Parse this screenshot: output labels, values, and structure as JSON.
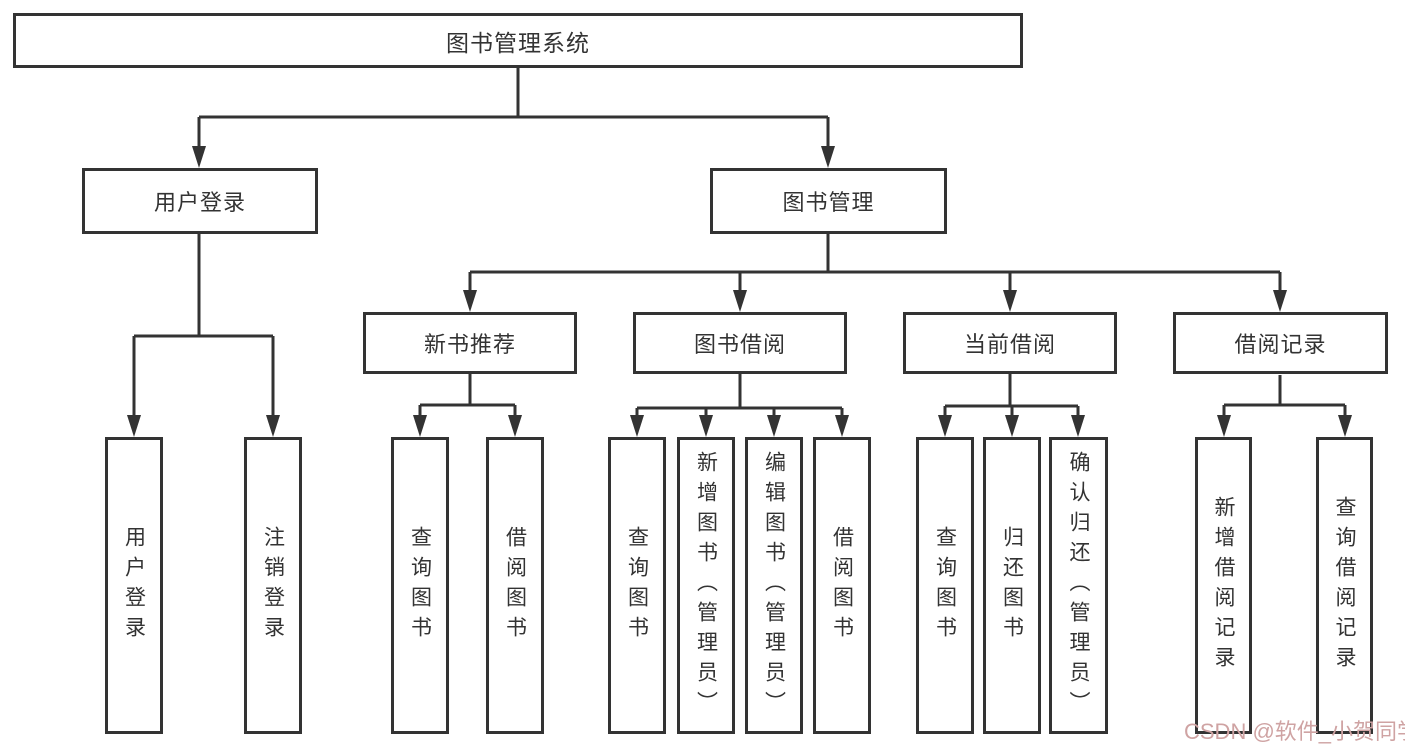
{
  "colors": {
    "line": "#333333",
    "text": "#333333",
    "background": "#ffffff"
  },
  "tree": {
    "root": {
      "label": "图书管理系统",
      "children": [
        {
          "label": "用户登录",
          "children": [
            {
              "label": "用户登录"
            },
            {
              "label": "注销登录"
            }
          ]
        },
        {
          "label": "图书管理",
          "children": [
            {
              "label": "新书推荐",
              "children": [
                {
                  "label": "查询图书"
                },
                {
                  "label": "借阅图书"
                }
              ]
            },
            {
              "label": "图书借阅",
              "children": [
                {
                  "label": "查询图书"
                },
                {
                  "label": "新增图书（管理员）"
                },
                {
                  "label": "编辑图书（管理员）"
                },
                {
                  "label": "借阅图书"
                }
              ]
            },
            {
              "label": "当前借阅",
              "children": [
                {
                  "label": "查询图书"
                },
                {
                  "label": "归还图书"
                },
                {
                  "label": "确认归还（管理员）"
                }
              ]
            },
            {
              "label": "借阅记录",
              "children": [
                {
                  "label": "新增借阅记录"
                },
                {
                  "label": "查询借阅记录"
                }
              ]
            }
          ]
        }
      ]
    }
  },
  "watermark": {
    "text": "CSDN @软件_小贺同学",
    "color": "#cfa3a3"
  }
}
